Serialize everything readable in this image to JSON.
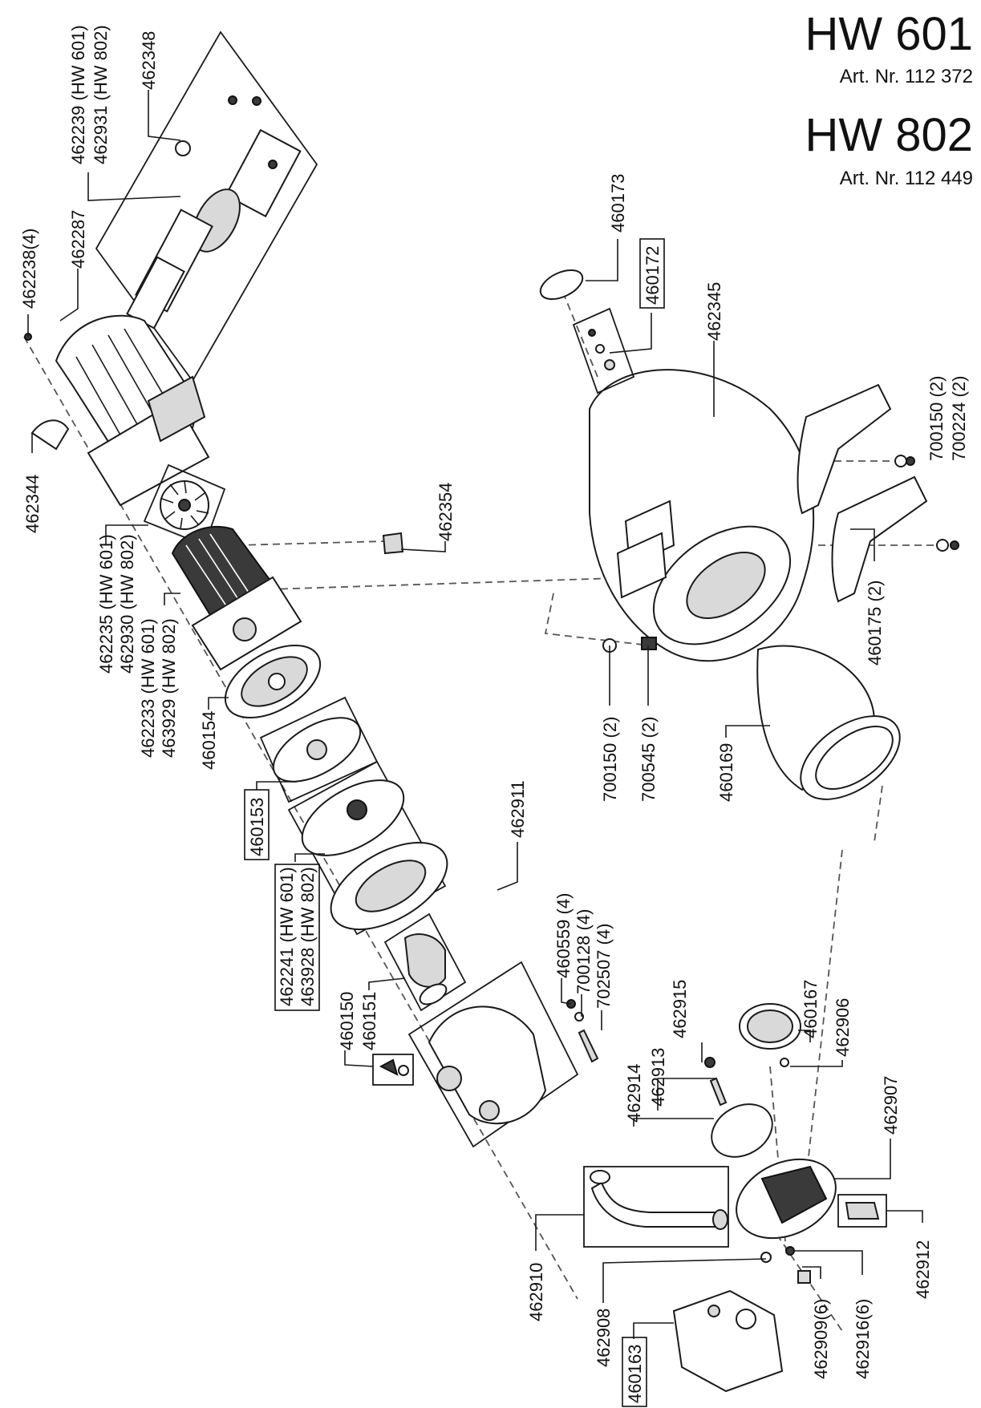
{
  "header": {
    "model_1": "HW 601",
    "art_1": "Art. Nr. 112 372",
    "model_2": "HW 802",
    "art_2": "Art. Nr. 112 449"
  },
  "labels": {
    "p462348": "462348",
    "p462239": "462239 (HW 601)",
    "p462931": "462931 (HW 802)",
    "p462287": "462287",
    "p462238": "462238(4)",
    "p462344": "462344",
    "p462235": "462235 (HW 601)",
    "p462930": "462930 (HW 802)",
    "p462233": "462233 (HW 601)",
    "p463929": "463929 (HW 802)",
    "p460154": "460154",
    "p460153": "460153",
    "p462241": "462241 (HW 601)",
    "p463928": "463928 (HW 802)",
    "p460150": "460150",
    "p460151": "460151",
    "p462354": "462354",
    "p460173": "460173",
    "p460172": "460172",
    "p462345": "462345",
    "p700150a": "700150 (2)",
    "p700224": "700224 (2)",
    "p460175": "460175 (2)",
    "p700150b": "700150 (2)",
    "p700545": "700545 (2)",
    "p460169": "460169",
    "p462911": "462911",
    "p460559": "460559 (4)",
    "p700128": "700128 (4)",
    "p702507": "702507 (4)",
    "p462915": "462915",
    "p462913": "462913",
    "p462914": "462914",
    "p460167": "460167",
    "p462906": "462906",
    "p462907": "462907",
    "p462912": "462912",
    "p462910": "462910",
    "p462908": "462908",
    "p460163": "460163",
    "p462909": "462909(6)",
    "p462916": "462916(6)"
  }
}
